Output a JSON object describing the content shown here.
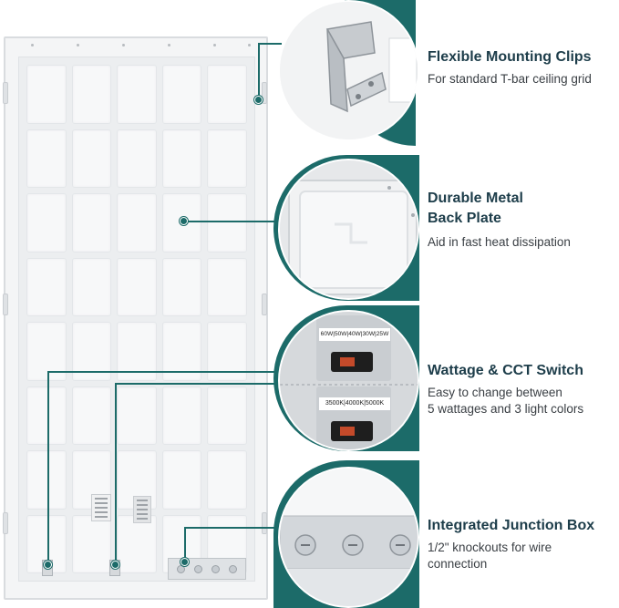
{
  "features": [
    {
      "title_lines": [
        "Flexible Mounting Clips"
      ],
      "description_lines": [
        "For standard T-bar ceiling grid"
      ],
      "detail_icon": "mounting-clip-bracket"
    },
    {
      "title_lines": [
        "Durable Metal",
        "Back Plate"
      ],
      "description_lines": [
        "Aid in fast heat dissipation"
      ],
      "detail_icon": "metal-back-plate-corner"
    },
    {
      "title_lines": [
        "Wattage & CCT Switch"
      ],
      "description_lines": [
        "Easy to change between",
        "5 wattages and 3 light colors"
      ],
      "detail_icon": "selector-switches",
      "switch_labels": [
        "60W|50W|40W|30W|25W",
        "3500K|4000K|5000K"
      ]
    },
    {
      "title_lines": [
        "Integrated Junction Box"
      ],
      "description_lines": [
        "1/2\" knockouts for wire",
        "connection"
      ],
      "detail_icon": "junction-box-knockouts"
    }
  ],
  "colors": {
    "accent_teal": "#1c6b69",
    "title_text": "#1d3d4a",
    "body_text": "#3a3f44",
    "panel_surface": "#f4f5f6"
  }
}
